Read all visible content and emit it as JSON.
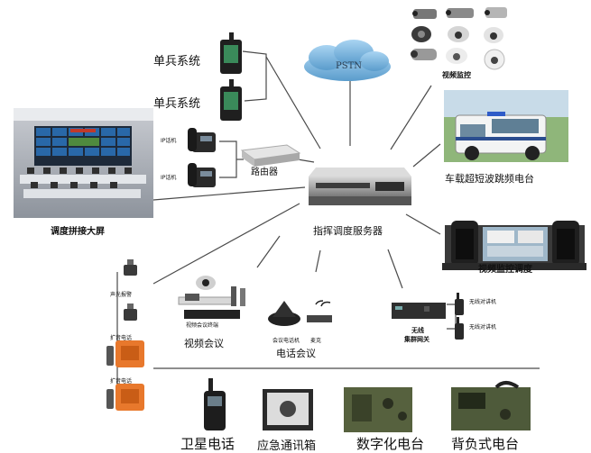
{
  "labels": {
    "soldier_1": "单兵系统",
    "soldier_2": "单兵系统",
    "pstn": "PSTN",
    "video_surveillance": "视频监控",
    "ip_phone_1": "IP话机",
    "ip_phone_2": "IP话机",
    "router": "路由器",
    "vehicle_radio": "车载超短波跳频电台",
    "server": "指挥调度服务器",
    "wall_screen": "调度拼接大屏",
    "video_console": "视频监控调度",
    "sound_light_alarm": "声光报警",
    "loudspeaker_phone_1": "扩音电话",
    "loudspeaker_phone_2": "扩音电话",
    "video_terminal": "视频会议终端",
    "video_conference": "视频会议",
    "conf_phone": "会议电话机",
    "gooseneck_mic": "麦克",
    "phone_conference": "电话会议",
    "wireless_gateway_1": "无线",
    "wireless_gateway_2": "集群网关",
    "walkie_talkie_1": "无线对讲机",
    "walkie_talkie_2": "无线对讲机",
    "satellite_phone": "卫星电话",
    "emergency_box": "应急通讯箱",
    "digital_radio": "数字化电台",
    "backpack_radio": "背负式电台"
  },
  "colors": {
    "line": "#4a4a4a",
    "pstn_cloud": "#79b4dc",
    "alarm_orange": "#e8782c",
    "screen_blue": "#2b6fb5",
    "device_dark": "#2a2a2a",
    "radio_green": "#56613e"
  }
}
